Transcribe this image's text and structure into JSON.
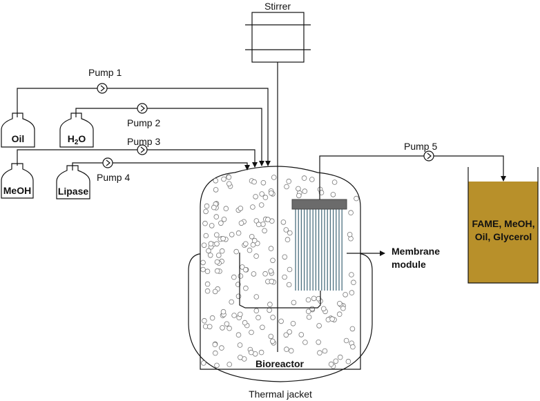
{
  "stirrer": {
    "label": "Stirrer"
  },
  "pumps": [
    {
      "label": "Pump 1"
    },
    {
      "label": "Pump 2"
    },
    {
      "label": "Pump 3"
    },
    {
      "label": "Pump 4"
    },
    {
      "label": "Pump 5"
    }
  ],
  "bottles": [
    {
      "label": "Oil"
    },
    {
      "label": "H2O",
      "label_main": "H",
      "label_sub": "2",
      "label_tail": "O"
    },
    {
      "label": "MeOH"
    },
    {
      "label": "Lipase"
    }
  ],
  "membrane": {
    "label_line1": "Membrane",
    "label_line2": "module"
  },
  "product_tank": {
    "label_line1": "FAME, MeOH,",
    "label_line2": "Oil, Glycerol",
    "fill_color": "#b8902a"
  },
  "bioreactor": {
    "label": "Bioreactor"
  },
  "jacket": {
    "label": "Thermal jacket"
  }
}
